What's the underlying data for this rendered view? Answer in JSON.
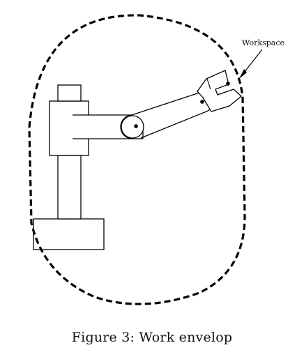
{
  "diagram": {
    "workspace_label": "Workspace",
    "elements": [
      "workspace-boundary",
      "base-plate",
      "vertical-column",
      "upper-housing",
      "top-cap",
      "horizontal-link",
      "forearm-link",
      "gripper"
    ],
    "colors": {
      "stroke": "#000000",
      "fill": "#ffffff"
    }
  },
  "caption": "Figure 3: Work envelop"
}
